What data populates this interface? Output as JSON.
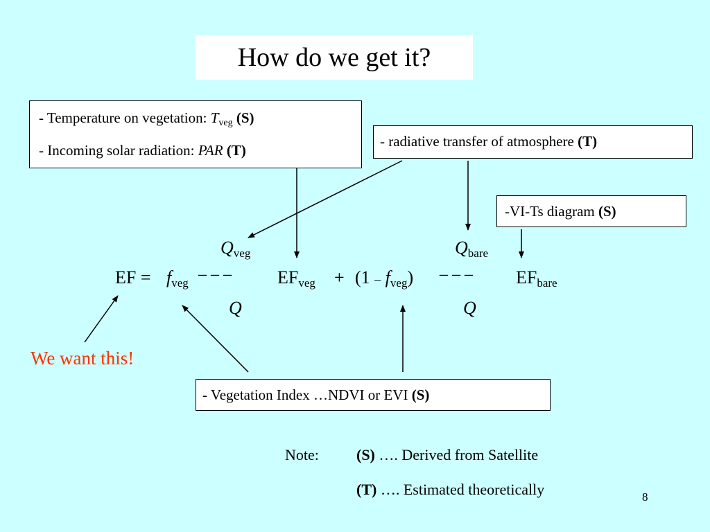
{
  "slide": {
    "title": "How do we get it?",
    "page_number": "8"
  },
  "boxes": {
    "temperature": {
      "prefix": "- Temperature on vegetation: ",
      "var": "T",
      "sub": "veg",
      "tag": "(S)"
    },
    "solar": {
      "prefix": "- Incoming solar radiation: ",
      "var": "PAR",
      "tag": "(T)"
    },
    "radiative": {
      "text": "- radiative transfer of atmosphere ",
      "tag": "(T)"
    },
    "vits": {
      "text": "-VI-Ts diagram ",
      "tag": "(S)"
    },
    "vegetation_index": {
      "text": "- Vegetation Index …NDVI or EVI ",
      "tag": "(S)"
    }
  },
  "equation": {
    "ef": "EF",
    "equals": "=",
    "f": "f",
    "veg": "veg",
    "plus": "+",
    "one_paren": "(1",
    "minus": "–",
    "close_paren": ")",
    "Q": "Q",
    "bare": "bare",
    "dashes": "– – –"
  },
  "callout": "We want this!",
  "notes": {
    "label": "Note:",
    "satellite_tag": "(S)",
    "satellite_text": " …. Derived from Satellite",
    "theory_tag": "(T)",
    "theory_text": " …. Estimated theoretically"
  },
  "colors": {
    "background": "#ccffff",
    "box": "#ffffff",
    "callout": "#ff3300"
  }
}
